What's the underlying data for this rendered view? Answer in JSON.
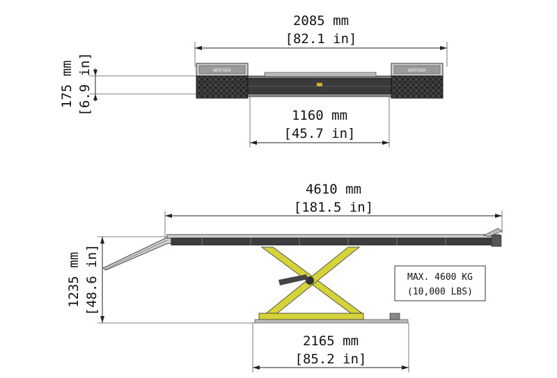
{
  "top_view": {
    "width_overall": {
      "mm": "2085 mm",
      "in": "[82.1 in]"
    },
    "width_inner": {
      "mm": "1160 mm",
      "in": "[45.7 in]"
    },
    "height": {
      "mm": "175 mm",
      "in": "[6.9 in]"
    },
    "pad_brand_label": "WERTHER"
  },
  "side_view": {
    "length_platform": {
      "mm": "4610 mm",
      "in": "[181.5 in]"
    },
    "length_base": {
      "mm": "2165 mm",
      "in": "[85.2 in]"
    },
    "height_max": {
      "mm": "1235 mm",
      "in": "[48.6 in]"
    }
  },
  "capacity_box": {
    "line1": "MAX. 4600 KG",
    "line2": "(10,000 LBS)"
  },
  "colors": {
    "scissor": "#d4d43a",
    "steel": "#3a3a3a",
    "tread": "#2d2d2d",
    "line": "#222222"
  }
}
